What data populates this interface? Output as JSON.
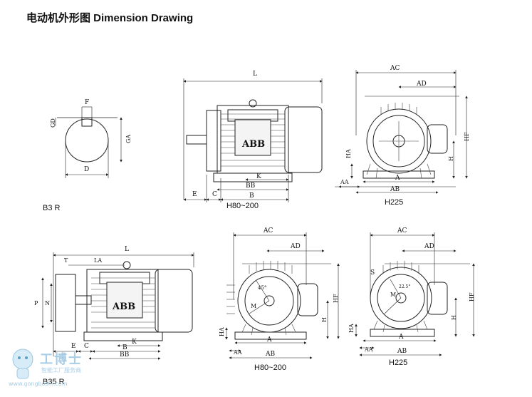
{
  "title": "电动机外形图 Dimension Drawing",
  "captions": {
    "b3r": "B3 R",
    "h80_top": "H80~200",
    "h225_top": "H225",
    "h80_bottom": "H80~200",
    "h225_bottom": "H225",
    "b35r": "B35 R"
  },
  "labels": {
    "L": "L",
    "F": "F",
    "GD": "GD",
    "GA": "GA",
    "D": "D",
    "E": "E",
    "C": "C",
    "B": "B",
    "K": "K",
    "BB": "BB",
    "AC": "AC",
    "AD": "AD",
    "HF": "HF",
    "H": "H",
    "HA": "HA",
    "A": "A",
    "AA": "AA",
    "AB": "AB",
    "T": "T",
    "LA": "LA",
    "P": "P",
    "N": "N",
    "M": "M",
    "S": "S",
    "deg45": "45°",
    "deg225": "22.5°"
  },
  "logo": "ABB",
  "watermark": {
    "brand": "工博士",
    "sub": "智能工厂服务商",
    "url": "www.gongboshi.com"
  }
}
